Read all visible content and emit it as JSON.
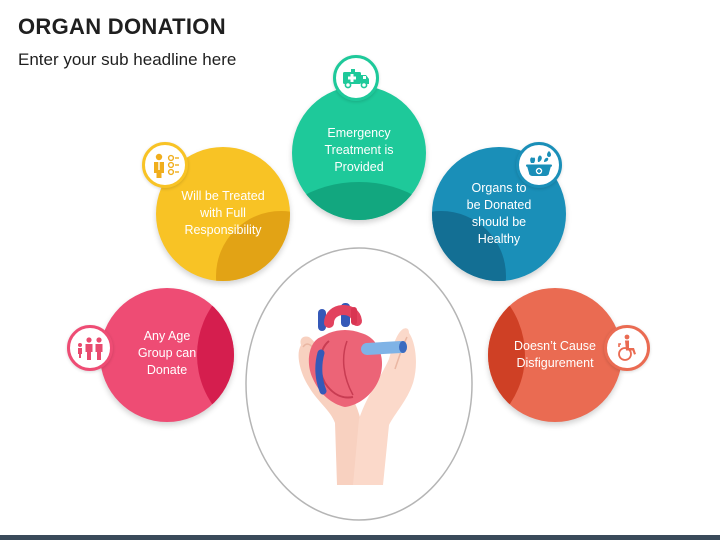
{
  "title": "ORGAN DONATION",
  "subtitle": "Enter your sub headline here",
  "nodes": {
    "emergency": {
      "label": "Emergency\nTreatment is\nProvided",
      "color": "#1ec99a",
      "shade": "#12a77f",
      "icon": "ambulance-icon"
    },
    "treated": {
      "label": "Will be Treated\nwith Full\nResponsibility",
      "color": "#f8c325",
      "shade": "#e2a315",
      "icon": "doctor-checklist-icon"
    },
    "healthy": {
      "label": "Organs to\nbe Donated\nshould be\nHealthy",
      "color": "#1a8fb8",
      "shade": "#136f94",
      "icon": "organ-tray-icon"
    },
    "age": {
      "label": "Any Age\nGroup can\nDonate",
      "color": "#ee4c74",
      "shade": "#d51e4e",
      "icon": "family-icon"
    },
    "disfigure": {
      "label": "Doesn’t Cause\nDisfigurement",
      "color": "#ea6b52",
      "shade": "#cf4025",
      "icon": "wheelchair-icon"
    }
  },
  "center": {
    "icon": "heart-in-hands-icon"
  },
  "colors": {
    "background": "#ffffff",
    "footer": "#3a4a5a"
  }
}
